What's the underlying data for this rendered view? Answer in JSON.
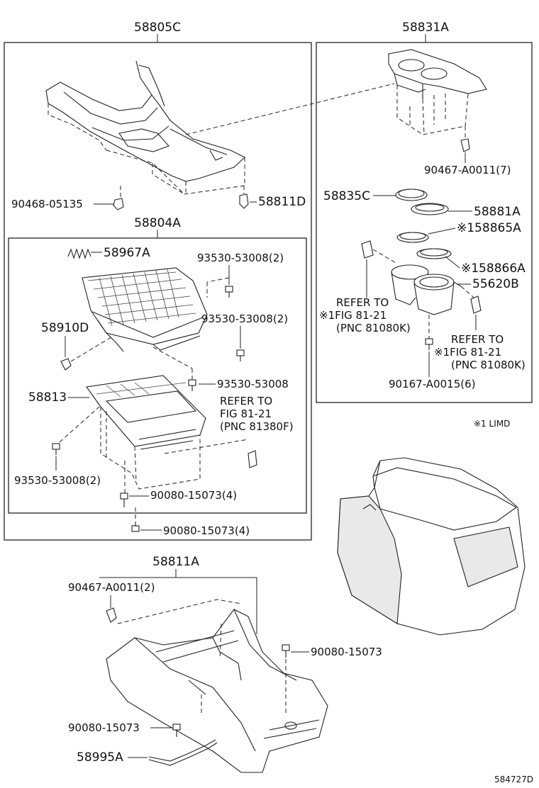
{
  "labels": {
    "p58805C": "58805C",
    "p58831A": "58831A",
    "p90467_A0011_7": "90467-A0011(7)",
    "p90468_05135": "90468-05135",
    "p58811D": "58811D",
    "p58835C": "58835C",
    "p58881A": "58881A",
    "p58865A": "※158865A",
    "p58866A": "※158866A",
    "p55620B": "55620B",
    "p58804A": "58804A",
    "p58967A": "58967A",
    "p93530_53008_2a": "93530-53008(2)",
    "p93530_53008_2b": "93530-53008(2)",
    "p58910D": "58910D",
    "p93530_53008": "93530-53008",
    "p58813": "58813",
    "p93530_53008_2c": "93530-53008(2)",
    "p90080_15073_4a": "90080-15073(4)",
    "p90080_15073_4b": "90080-15073(4)",
    "ref_a_1": "REFER TO",
    "ref_a_2": "※1FIG 81-21",
    "ref_a_3": "(PNC 81080K)",
    "ref_b_1": "REFER TO",
    "ref_b_2": "※1FIG 81-21",
    "ref_b_3": "(PNC 81080K)",
    "ref_c_1": "REFER TO",
    "ref_c_2": "FIG 81-21",
    "ref_c_3": "(PNC 81380F)",
    "p90167_A0015_6": "90167-A0015(6)",
    "note_limd": "※1 LIMD",
    "p58811A": "58811A",
    "p90467_A0011_2": "90467-A0011(2)",
    "p90080_15073_r": "90080-15073",
    "p90080_15073_l": "90080-15073",
    "p58995A": "58995A",
    "drawing_number": "584727D"
  }
}
